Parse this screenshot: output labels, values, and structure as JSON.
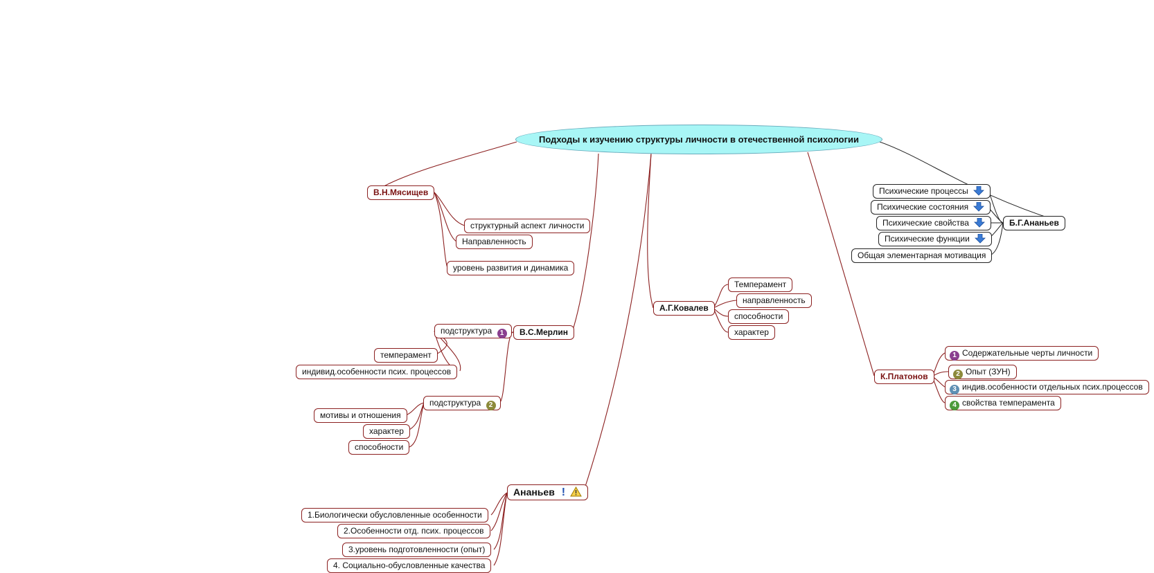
{
  "root": {
    "title": "Подходы к изучению структуры личности в отечественной психологии"
  },
  "myasishchev": {
    "title": "В.Н.Мясищев",
    "children": [
      "структурный аспект личности",
      "Направленность",
      "уровень развития и динамика"
    ]
  },
  "merlin": {
    "title": "В.С.Мерлин",
    "sub1": {
      "label": "подструктура",
      "badge": "1",
      "children": [
        "темперамент",
        "индивид.особенности псих. процессов"
      ]
    },
    "sub2": {
      "label": "подструктура",
      "badge": "2",
      "children": [
        "мотивы и отношения",
        "характер",
        "способности"
      ]
    }
  },
  "kovalev": {
    "title": "А.Г.Ковалев",
    "children": [
      "Темперамент",
      "направленность",
      "способности",
      "характер"
    ]
  },
  "ananiev_bottom": {
    "title": "Ананьев",
    "icons": [
      "exclamation-icon",
      "warning-icon"
    ],
    "children": [
      "1.Биологически обусловленные особенности",
      "2.Особенности отд. псих. процессов",
      "3.уровень подготовленности (опыт)",
      "4. Социально-обусловленные качества"
    ]
  },
  "platonov": {
    "title": "К.Платонов",
    "children": [
      {
        "badge": "1",
        "label": "Содержательные черты личности"
      },
      {
        "badge": "2",
        "label": "Опыт (ЗУН)"
      },
      {
        "badge": "3",
        "label": "индив.особенности отдельных псих.процессов"
      },
      {
        "badge": "4",
        "label": "свойства темперамента"
      }
    ]
  },
  "ananiev_bg": {
    "title": "Б.Г.Ананьев",
    "children": [
      "Психические процессы",
      "Психические состояния",
      "Психические свойства",
      "Психические функции",
      "Общая элементарная мотивация"
    ]
  },
  "colors": {
    "branch": "#8b1f1f",
    "black_branch": "#222222",
    "root_fill": "#a8f6f6",
    "icon_arrow": "#3a7bd5"
  }
}
